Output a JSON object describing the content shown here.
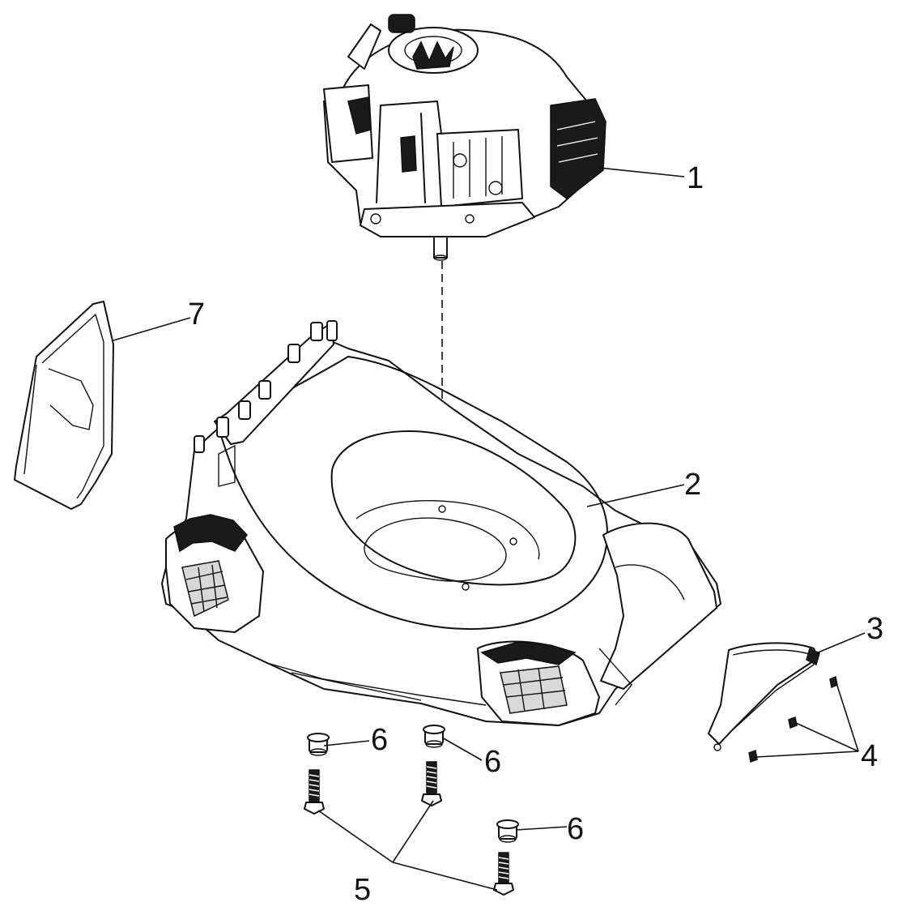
{
  "callouts": {
    "engine": "1",
    "deck": "2",
    "rear_flap": "3",
    "screws_flap": "4",
    "bolts": "5",
    "bushings": "6",
    "side_cover": "7"
  }
}
